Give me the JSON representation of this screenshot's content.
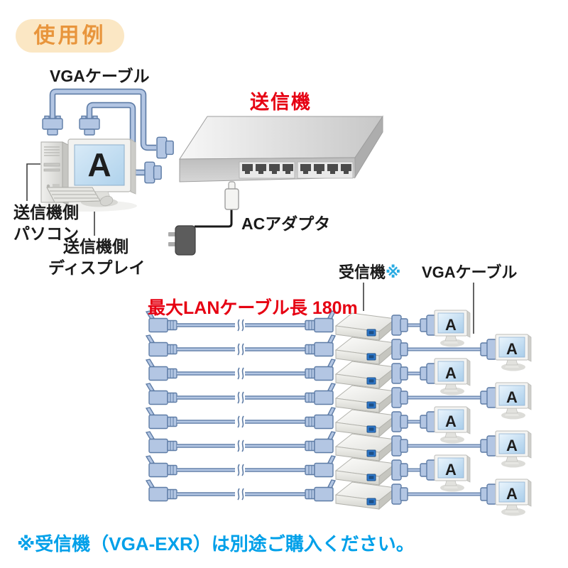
{
  "badge": {
    "label": "使用例"
  },
  "transmitter_section": {
    "vga_cable_label": "VGAケーブル",
    "transmitter_label": "送信機",
    "pc_label": {
      "line1": "送信機側",
      "line2": "パソコン"
    },
    "display_label": {
      "line1": "送信機側",
      "line2": "ディスプレイ"
    },
    "ac_adapter_label": "ACアダプタ",
    "monitor_letter": "A"
  },
  "receiver_section": {
    "receiver_label": "受信機",
    "receiver_note_mark": "※",
    "vga_cable_label": "VGAケーブル",
    "max_lan_length_label": "最大LANケーブル長 180m",
    "monitor_letter": "A",
    "rows": [
      {
        "variant": "short"
      },
      {
        "variant": "long"
      },
      {
        "variant": "short"
      },
      {
        "variant": "long"
      },
      {
        "variant": "short"
      },
      {
        "variant": "long"
      },
      {
        "variant": "short"
      },
      {
        "variant": "long"
      }
    ]
  },
  "footnote": {
    "text": "※受信機（VGA-EXR）は別途ご購入ください。"
  },
  "colors": {
    "badge_bg": "#FBE7C4",
    "badge_text": "#E8953C",
    "accent_red": "#E60012",
    "note_blue": "#00A0E9",
    "note_mark_blue": "#29ABE2",
    "cable_fill": "#B3C6E3",
    "cable_stroke": "#5E7CA6",
    "port_blue": "#2F7BD0",
    "text_black": "#1A1A1A"
  }
}
